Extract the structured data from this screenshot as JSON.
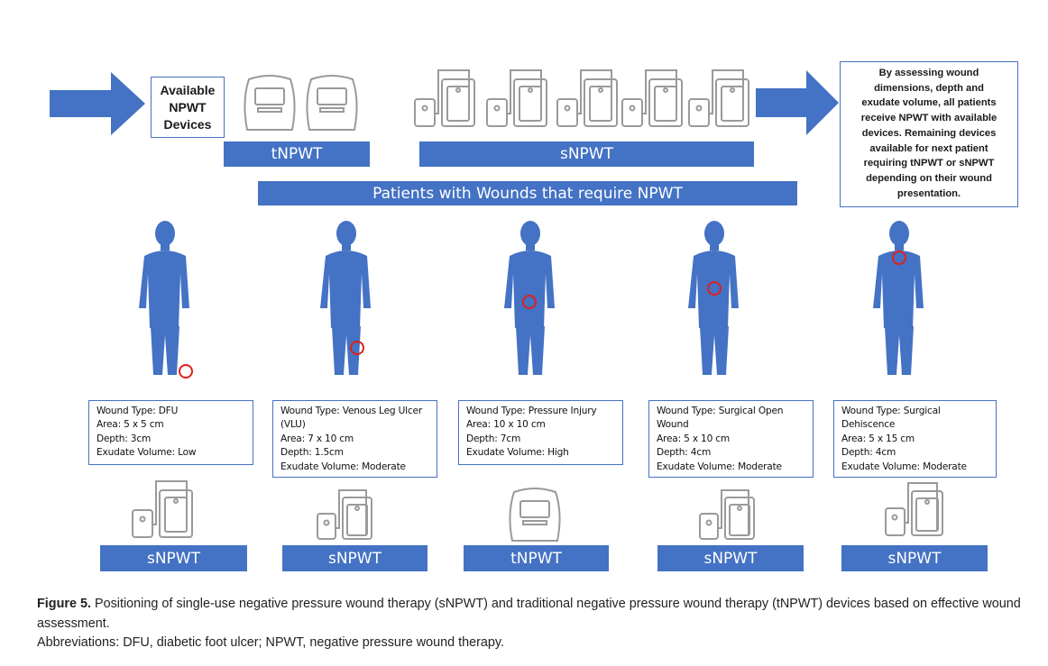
{
  "available_label": "Available NPWT Devices",
  "available_lines": [
    "Available",
    "NPWT",
    "Devices"
  ],
  "tnpwt_label": "tNPWT",
  "snpwt_label": "sNPWT",
  "patients_label": "Patients with Wounds that require NPWT",
  "info_text": "By assessing wound dimensions, depth and exudate volume, all patients receive NPWT with available devices. Remaining devices available for next patient requiring tNPWT or sNPWT depending on their wound presentation.",
  "info_lines": [
    "By assessing wound",
    "dimensions, depth and",
    "exudate volume, all patients",
    "receive NPWT with available",
    "devices. Remaining devices",
    "available for next patient",
    "requiring tNPWT or sNPWT",
    "depending on their wound",
    "presentation."
  ],
  "patients": [
    {
      "lines": [
        "Wound Type: DFU",
        "Area: 5 x 5 cm",
        "Depth: 3cm",
        "Exudate Volume: Low"
      ],
      "device": "sNPWT"
    },
    {
      "lines": [
        "Wound Type: Venous Leg Ulcer",
        "(VLU)",
        "Area: 7 x 10 cm",
        "Depth: 1.5cm",
        "Exudate Volume: Moderate"
      ],
      "device": "sNPWT"
    },
    {
      "lines": [
        "Wound Type: Pressure Injury",
        "Area: 10 x 10 cm",
        "Depth: 7cm",
        "Exudate Volume: High"
      ],
      "device": "tNPWT"
    },
    {
      "lines": [
        "Wound Type: Surgical Open",
        "Wound",
        "Area: 5 x 10 cm",
        "Depth: 4cm",
        "Exudate Volume: Moderate"
      ],
      "device": "sNPWT"
    },
    {
      "lines": [
        "Wound Type: Surgical",
        "Dehiscence",
        "Area: 5 x 15 cm",
        "Depth: 4cm",
        "Exudate Volume: Moderate"
      ],
      "device": "sNPWT"
    }
  ],
  "caption": {
    "label": "Figure 5.",
    "text": " Positioning of single-use negative pressure wound therapy (sNPWT) and traditional negative pressure wound therapy (tNPWT) devices based on effective wound assessment.",
    "abbreviations": "Abbreviations: DFU, diabetic foot ulcer; NPWT, negative pressure wound therapy."
  },
  "colors": {
    "bar": "#4472c4",
    "figure": "#4472c4",
    "wound_marker": "#e0201b",
    "device_outline": "#9a9a9a"
  },
  "icons": [
    "arrow-right-icon",
    "tnpwt-device-icon",
    "snpwt-device-icon",
    "human-figure-icon",
    "wound-marker-icon"
  ]
}
